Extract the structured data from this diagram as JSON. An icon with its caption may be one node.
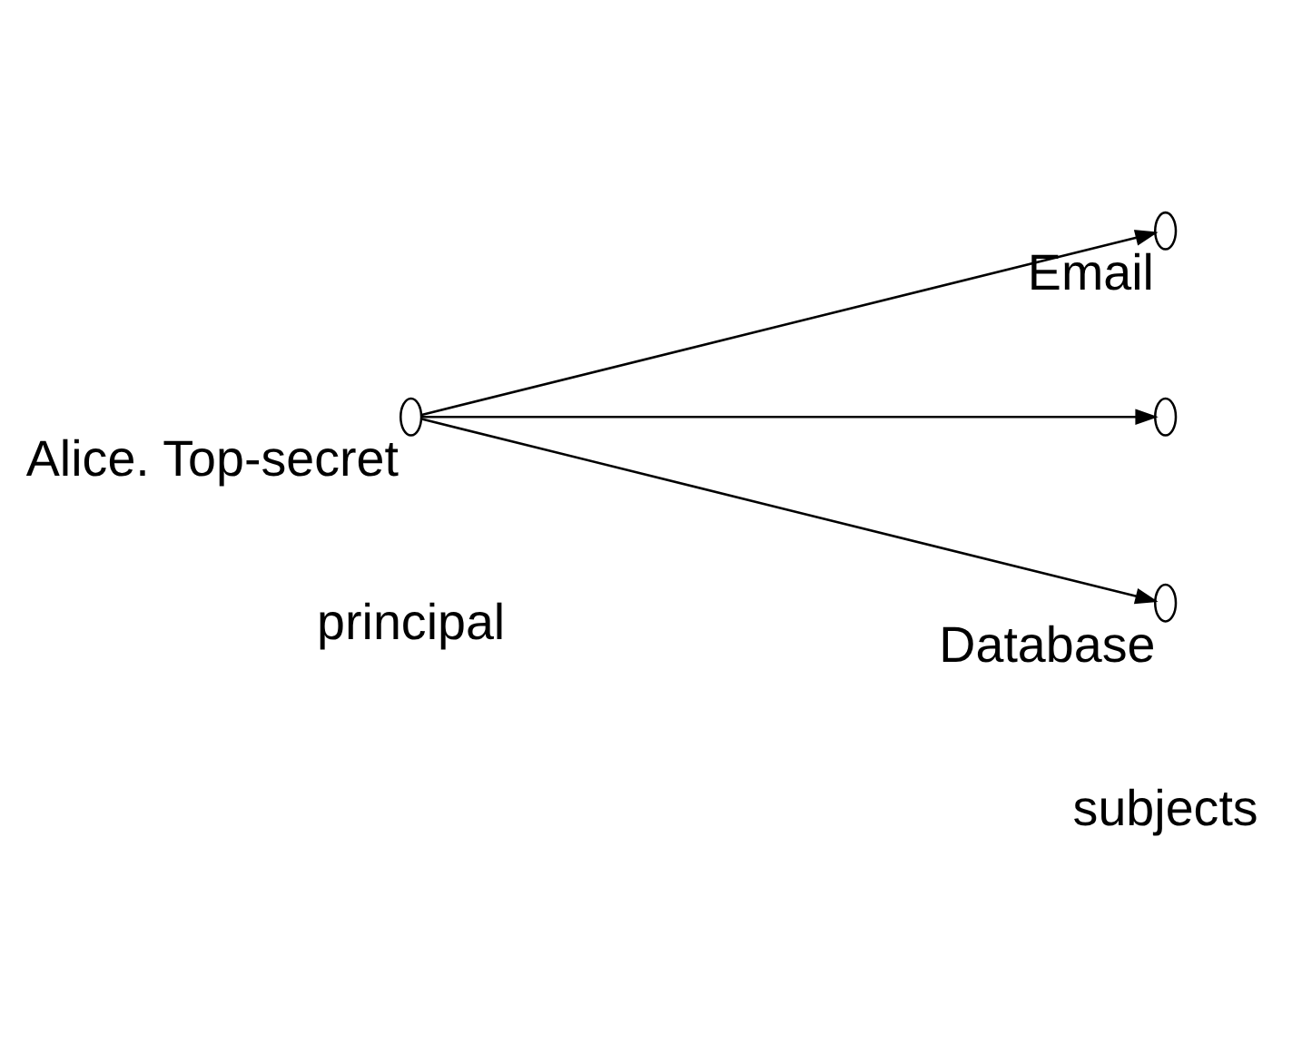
{
  "diagram": {
    "nodes": [
      {
        "text": [],
        "shape": "circle",
        "beside": [
          "Alice. Top-secret"
        ]
      },
      {
        "text": [],
        "shape": "circle",
        "beside": [
          "Email"
        ]
      },
      {
        "text": [],
        "shape": "circle"
      },
      {
        "text": [],
        "shape": "circle",
        "beside": [
          "Database"
        ]
      }
    ],
    "edges": [
      {
        "from": 0,
        "to": 1,
        "arrow": "to"
      },
      {
        "from": 0,
        "to": 2,
        "arrow": "to"
      },
      {
        "from": 0,
        "to": 3,
        "arrow": "to"
      }
    ],
    "labels": [
      "principal",
      "subjects"
    ]
  }
}
